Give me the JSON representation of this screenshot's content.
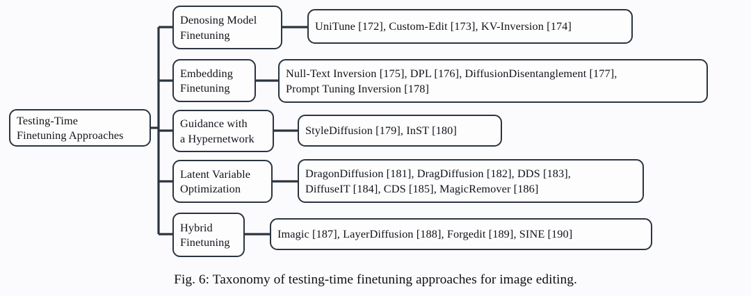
{
  "figure": {
    "caption": "Fig. 6: Taxonomy of testing-time finetuning approaches for image editing.",
    "root": {
      "label": "Testing-Time\nFinetuning Approaches"
    },
    "categories": [
      {
        "label": "Denosing Model\nFinetuning",
        "methods": "UniTune [172], Custom-Edit [173], KV-Inversion [174]"
      },
      {
        "label": "Embedding\nFinetuning",
        "methods": "Null-Text Inversion [175], DPL [176], DiffusionDisentanglement [177],\nPrompt Tuning Inversion [178]"
      },
      {
        "label": "Guidance with\na Hypernetwork",
        "methods": "StyleDiffusion [179], InST [180]"
      },
      {
        "label": "Latent Variable\nOptimization",
        "methods": "DragonDiffusion [181], DragDiffusion [182], DDS [183],\nDiffuseIT [184], CDS [185], MagicRemover [186]"
      },
      {
        "label": "Hybrid\nFinetuning",
        "methods": "Imagic [187], LayerDiffusion [188], Forgedit [189], SINE [190]"
      }
    ],
    "colors": {
      "background": "#fbfbfd",
      "node_border": "#2b3440",
      "node_fill": "#fdfdfd",
      "edge": "#2b3440",
      "text": "#10131a"
    }
  }
}
